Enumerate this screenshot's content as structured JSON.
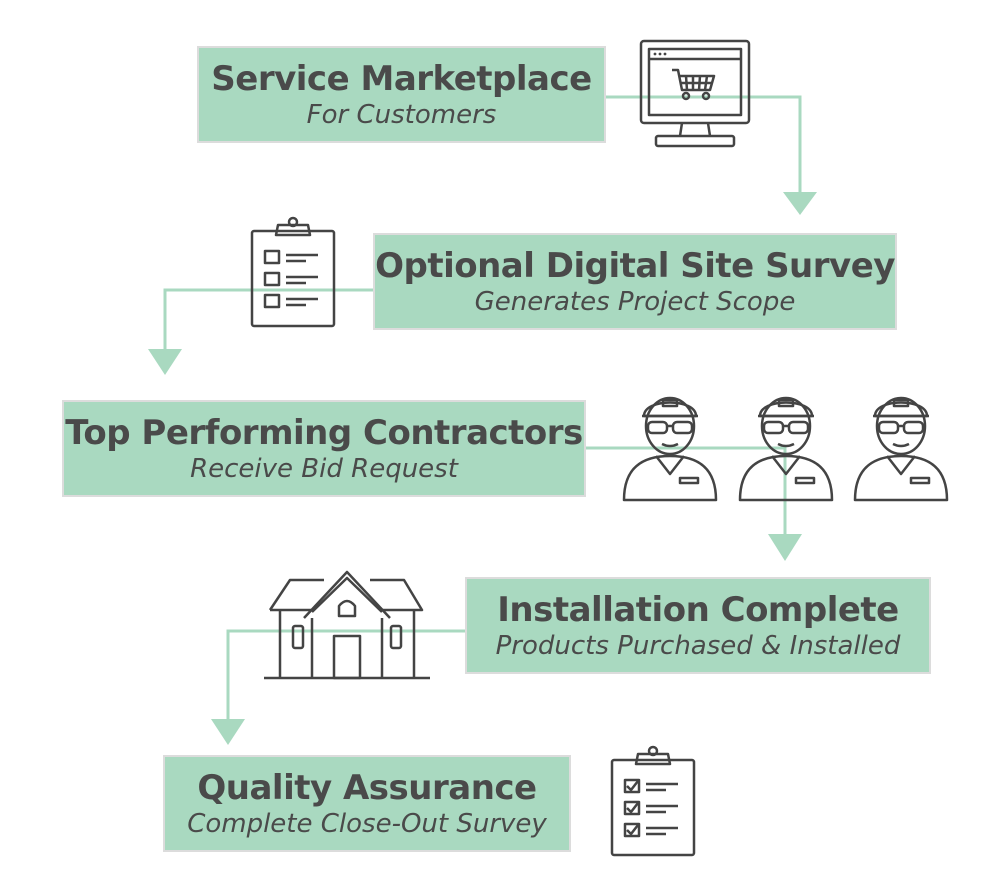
{
  "steps": [
    {
      "title": "Service Marketplace",
      "subtitle": "For Customers"
    },
    {
      "title": "Optional Digital Site Survey",
      "subtitle": "Generates Project Scope"
    },
    {
      "title": "Top Performing Contractors",
      "subtitle": "Receive Bid Request"
    },
    {
      "title": "Installation Complete",
      "subtitle": "Products Purchased & Installed"
    },
    {
      "title": "Quality Assurance",
      "subtitle": "Complete Close-Out Survey"
    }
  ],
  "colors": {
    "box_fill": "#a9d9c0",
    "connector": "#a9d9c0",
    "text": "#4a4a4a",
    "icon_stroke": "#444444"
  },
  "icons": [
    "monitor-cart-icon",
    "clipboard-checklist-icon",
    "contractor-icon",
    "house-icon",
    "clipboard-checked-icon"
  ]
}
